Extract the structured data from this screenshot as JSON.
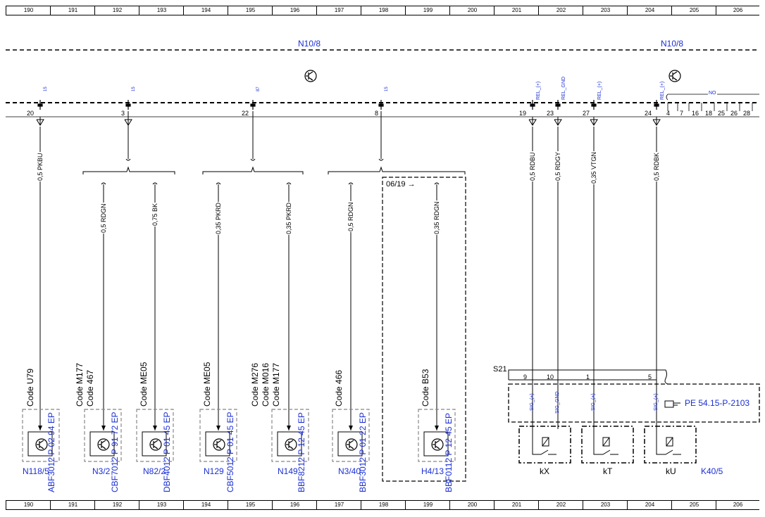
{
  "ruler": {
    "columns": [
      "190",
      "191",
      "192",
      "193",
      "194",
      "195",
      "196",
      "197",
      "198",
      "199",
      "200",
      "201",
      "202",
      "203",
      "204",
      "205",
      "206"
    ]
  },
  "control_units": [
    {
      "label": "N10/8"
    },
    {
      "label": "N10/8"
    }
  ],
  "top_pins": [
    {
      "num": "20",
      "tag": "15"
    },
    {
      "num": "3",
      "tag": "15"
    },
    {
      "num": "22",
      "tag": "87"
    },
    {
      "num": "8",
      "tag": "15"
    },
    {
      "num": "19",
      "tag": "REL_(+)"
    },
    {
      "num": "23",
      "tag": "REL_GND"
    },
    {
      "num": "27",
      "tag": "REL_(+)"
    },
    {
      "num": "24",
      "tag": "REL_(+)"
    }
  ],
  "no_pins": {
    "tag": "NO",
    "nums": [
      "4",
      "7",
      "16",
      "18",
      "25",
      "26",
      "28"
    ]
  },
  "top_wires": [
    "0,5 PKBU",
    "0,5 RDBU",
    "0,5 RDGY",
    "0,35 VTGN",
    "0,5 RDBK"
  ],
  "branch_wires": [
    "0,5 RDGN",
    "0,75 BK",
    "0,35 PKRD",
    "0,35 PKRD",
    "0,5 RDGN",
    "0,35 RDGN"
  ],
  "date_note": "06/19 →",
  "codes": [
    {
      "lines": [
        "Code U79"
      ]
    },
    {
      "lines": [
        "Code M177",
        "Code 467"
      ]
    },
    {
      "lines": [
        "Code ME05"
      ]
    },
    {
      "lines": [
        "Code ME05"
      ]
    },
    {
      "lines": [
        "Code M276",
        "Code M016",
        "Code M177"
      ]
    },
    {
      "lines": [
        "Code 466"
      ]
    },
    {
      "lines": [
        "Code B53"
      ]
    }
  ],
  "components": [
    {
      "label": "N118/5",
      "ref": "ABF3012 P 02 94 EP"
    },
    {
      "label": "N3/2",
      "ref": "CBF7012 P 91 72 EP"
    },
    {
      "label": "N82/2",
      "ref": "DBF4012 P 01 45 EP"
    },
    {
      "label": "N129",
      "ref": "CBF5012 P 01 45 EP"
    },
    {
      "label": "N149",
      "ref": "BBF8212 P 12 45 EP"
    },
    {
      "label": "N3/40",
      "ref": "BBF3012 P 01 22 EP"
    },
    {
      "label": "H4/13",
      "ref": "BBF0112 P 12 45 EP"
    }
  ],
  "connector": {
    "label": "S21",
    "pins": [
      "9",
      "10",
      "1",
      "5"
    ],
    "tags": [
      "SIG_(+)",
      "SIG_GND",
      "SIG_(+)",
      "SIG_(+)"
    ]
  },
  "reference": "PE 54.15-P-2103",
  "relays": [
    {
      "label": "kX"
    },
    {
      "label": "kT"
    },
    {
      "label": "kU"
    }
  ],
  "relay_module": "K40/5"
}
